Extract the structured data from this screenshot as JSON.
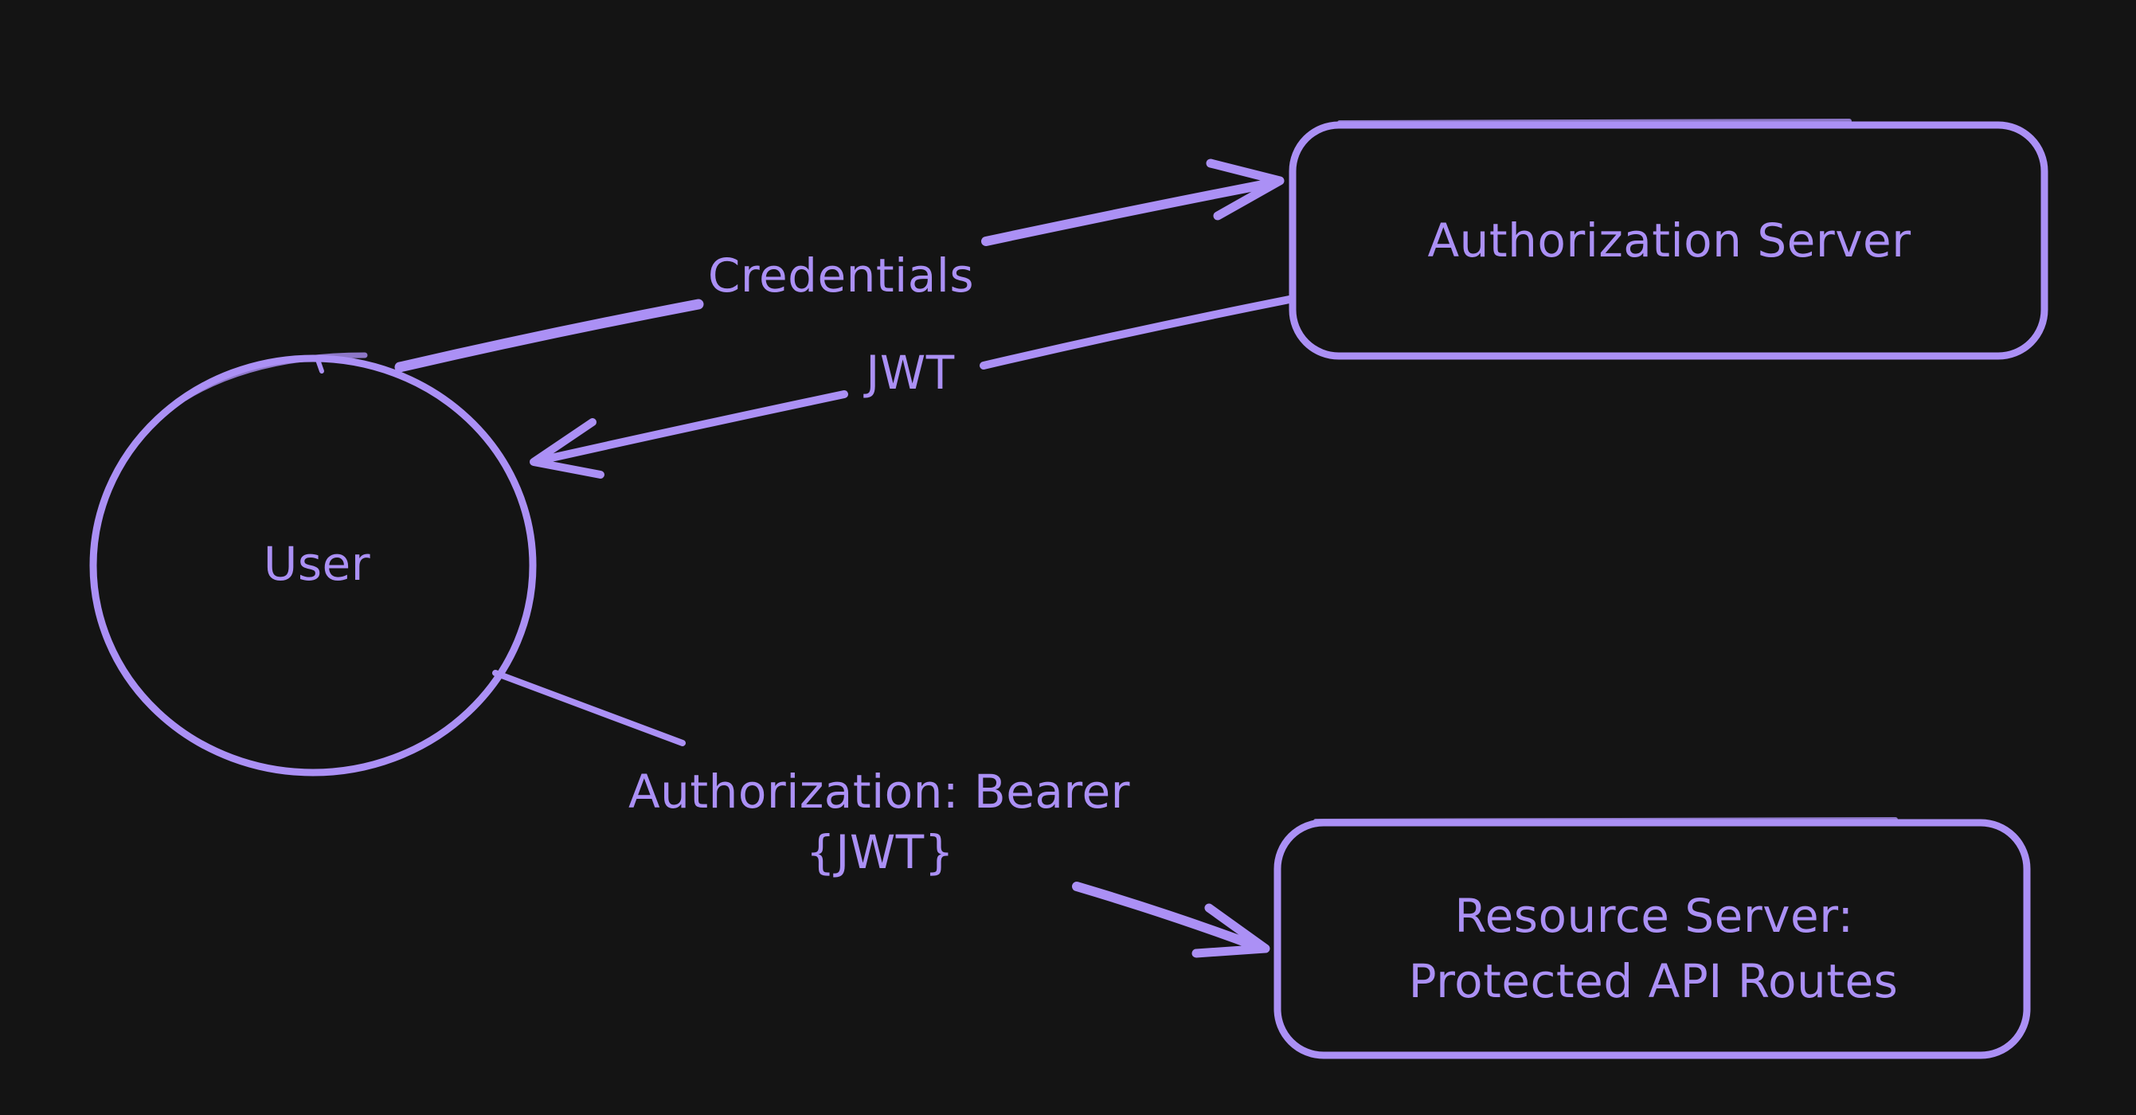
{
  "canvas": {
    "background_color": "#141414",
    "ink_color": "#ab90f5"
  },
  "nodes": {
    "user": {
      "shape": "ellipse",
      "label": "User"
    },
    "authorization_server": {
      "shape": "rounded-rectangle",
      "label": "Authorization Server"
    },
    "resource_server": {
      "shape": "rounded-rectangle",
      "label_line1": "Resource Server:",
      "label_line2": "Protected API Routes"
    }
  },
  "edges": {
    "credentials": {
      "label": "Credentials",
      "direction": "user-to-authorization-server"
    },
    "jwt": {
      "label": "JWT",
      "direction": "authorization-server-to-user"
    },
    "bearer": {
      "label_line1": "Authorization: Bearer",
      "label_line2": "{JWT}",
      "direction": "user-to-resource-server"
    }
  }
}
